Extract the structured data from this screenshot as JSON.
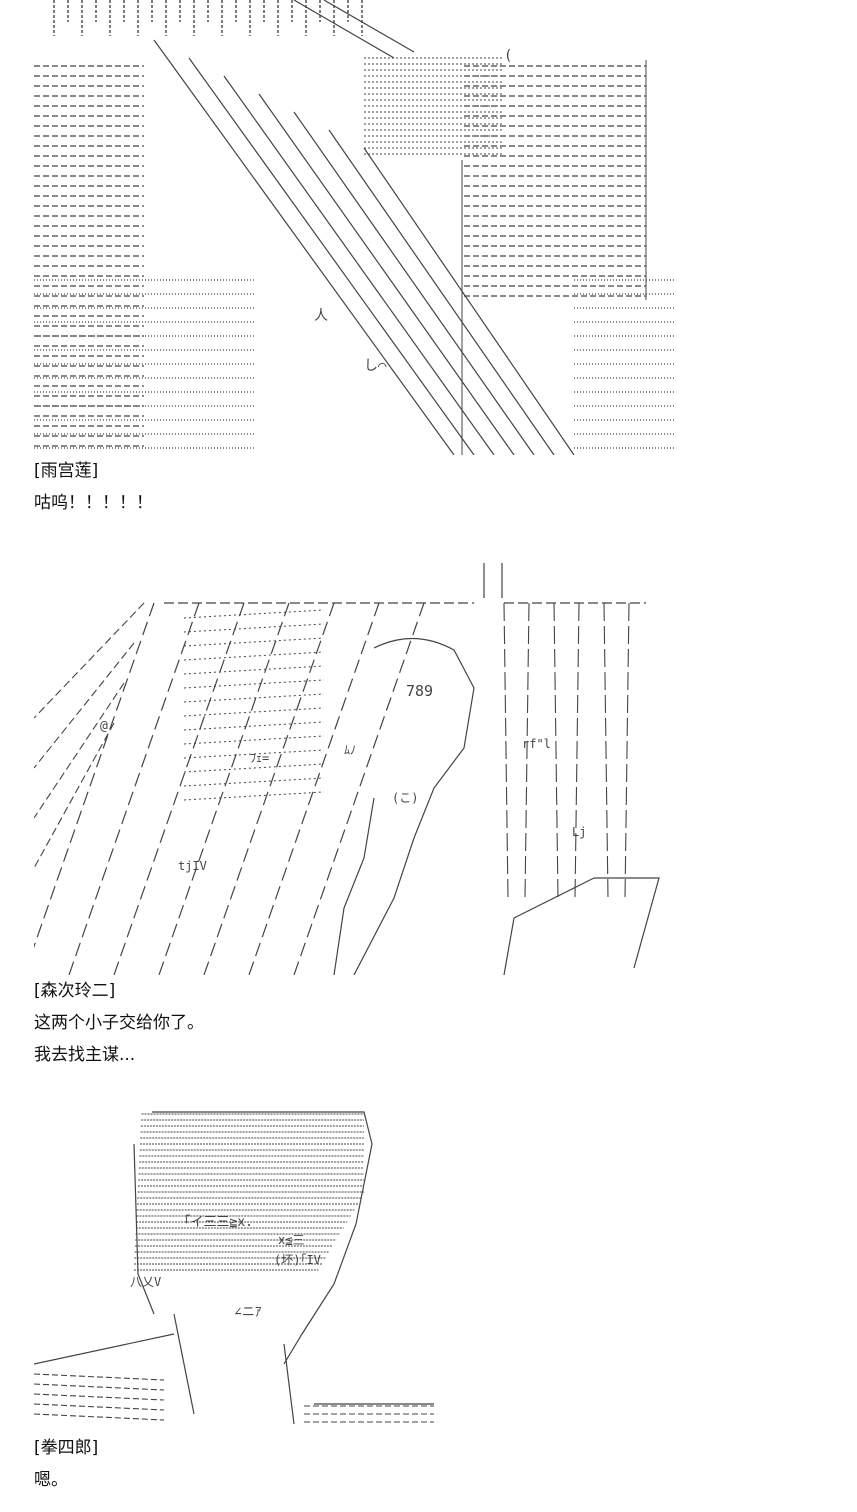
{
  "colors": {
    "background": "#ffffff",
    "text": "#111111",
    "art_ink": "#444444"
  },
  "post": {
    "blocks": [
      {
        "speaker": "[雨宫莲]",
        "lines": [
          "咕呜！！！！！"
        ]
      },
      {
        "speaker": "[森次玲二]",
        "lines": [
          "这两个小子交给你了。",
          "我去找主谋..."
        ]
      },
      {
        "speaker": "[拳四郎]",
        "lines": [
          "嗯。"
        ]
      }
    ],
    "art_fragments": {
      "panel2": [
        "789",
        "@",
        "ﾑﾉ",
        "rf\"l",
        "Lj",
        "tjIV",
        "ﾌｪ=",
        "(こ)"
      ],
      "panel3": [
        "｢イ三三≧x.",
        "x≦三",
        "(坏)｢IV",
        "∠ニｱ",
        "八乂V"
      ]
    }
  }
}
